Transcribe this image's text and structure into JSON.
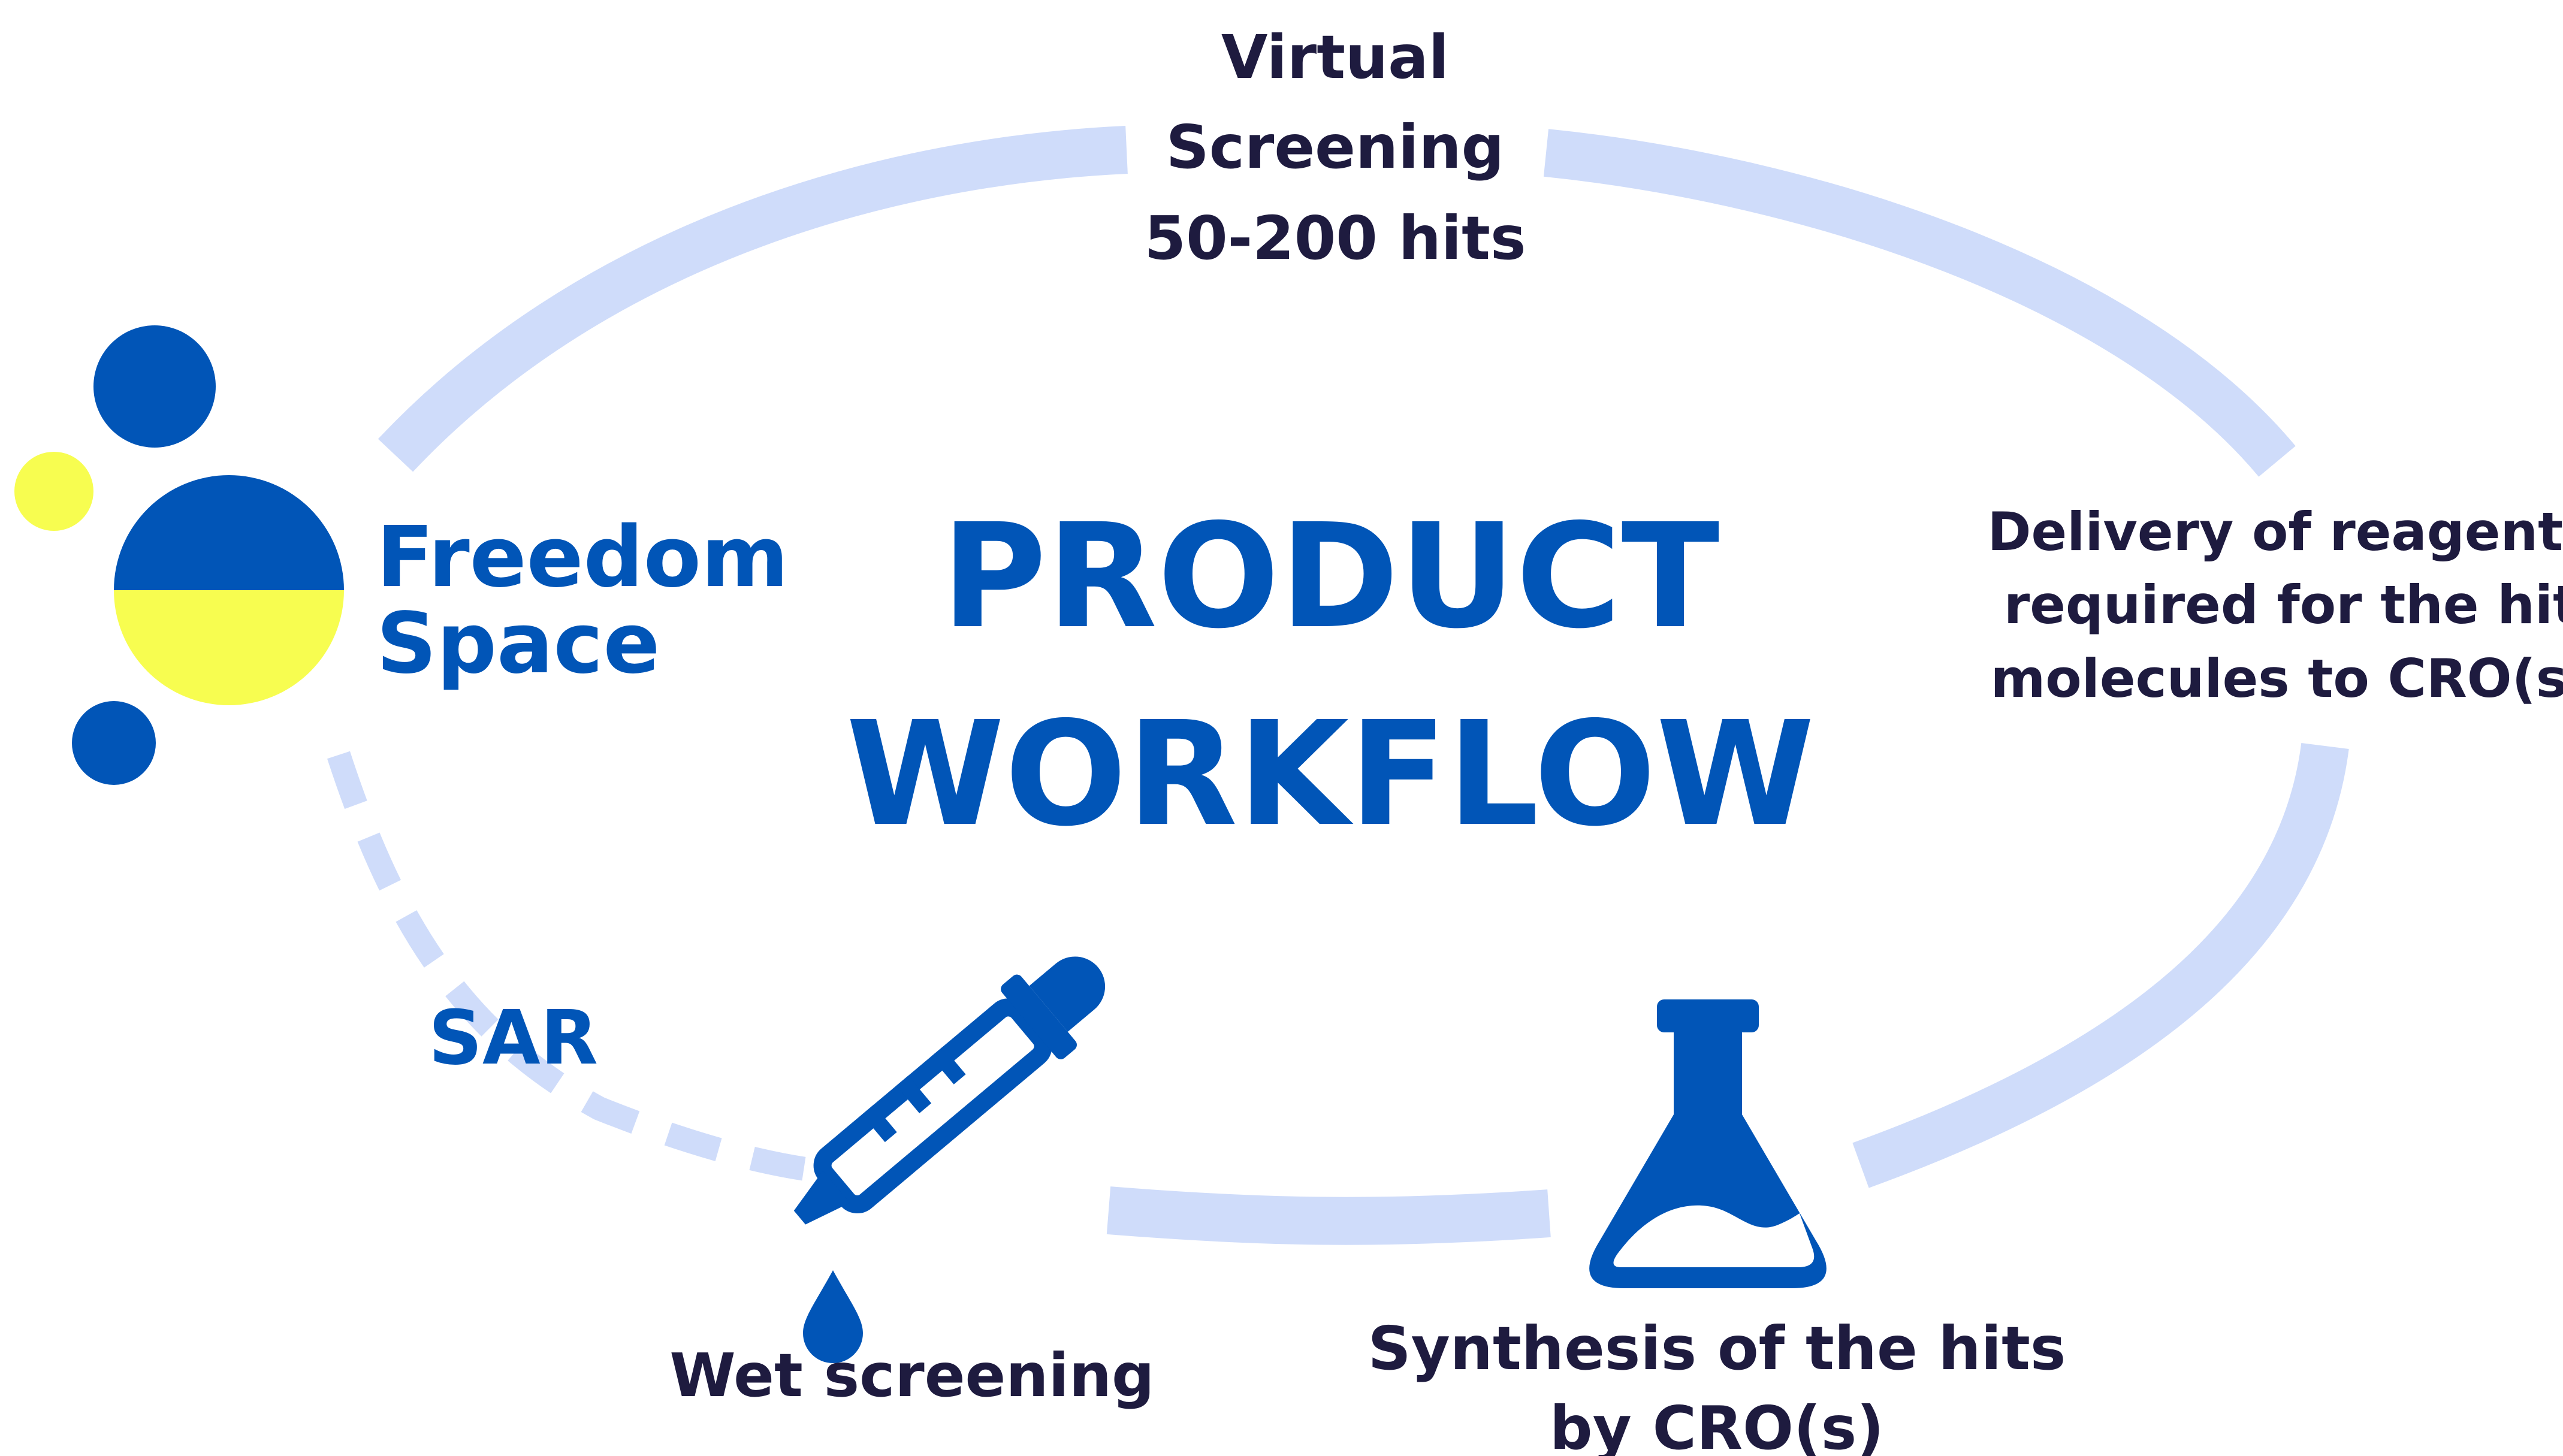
{
  "title": {
    "line1": "PRODUCT",
    "line2": "WORKFLOW"
  },
  "brand": {
    "line1": "Freedom",
    "line2": "Space",
    "logo": "freedom-space-logo"
  },
  "steps": {
    "virtual_screening": {
      "line1": "Virtual",
      "line2": "Screening",
      "line3": "50-200 hits"
    },
    "delivery": {
      "line1": "Delivery of reagents",
      "line2": "required for the hit",
      "line3": "molecules to CRO(s)"
    },
    "synthesis": {
      "line1": "Synthesis of the hits",
      "line2": "by CRO(s)",
      "icon": "flask-icon"
    },
    "wet_screening": {
      "line1": "Wet screening",
      "icon": "pipette-icon"
    }
  },
  "loop_label": "SAR",
  "colors": {
    "brand_blue": "#0155b7",
    "brand_yellow": "#f7fd50",
    "cycle_light_blue": "#cfdcfa",
    "text_dark": "#1e1b3f",
    "background": "#ffffff"
  }
}
